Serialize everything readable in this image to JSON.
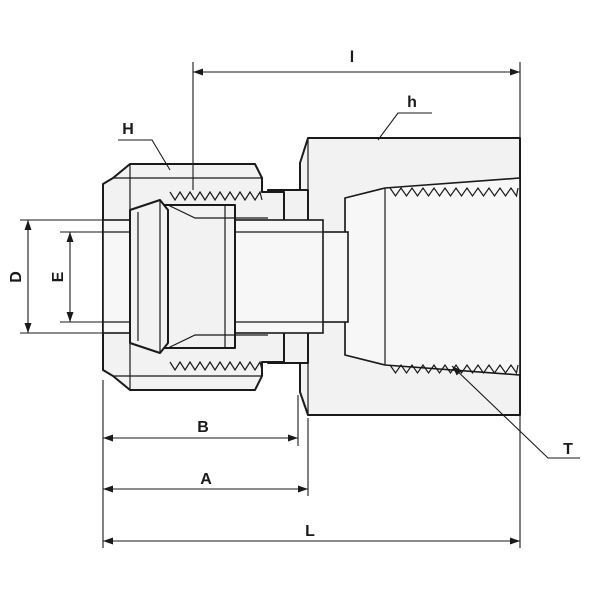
{
  "labels": {
    "l": "l",
    "h": "h",
    "H": "H",
    "D": "D",
    "E": "E",
    "B": "B",
    "A": "A",
    "L": "L",
    "T": "T"
  },
  "colors": {
    "line": "#1a1a1a",
    "fill": "#f2f2f2",
    "background": "#ffffff"
  }
}
